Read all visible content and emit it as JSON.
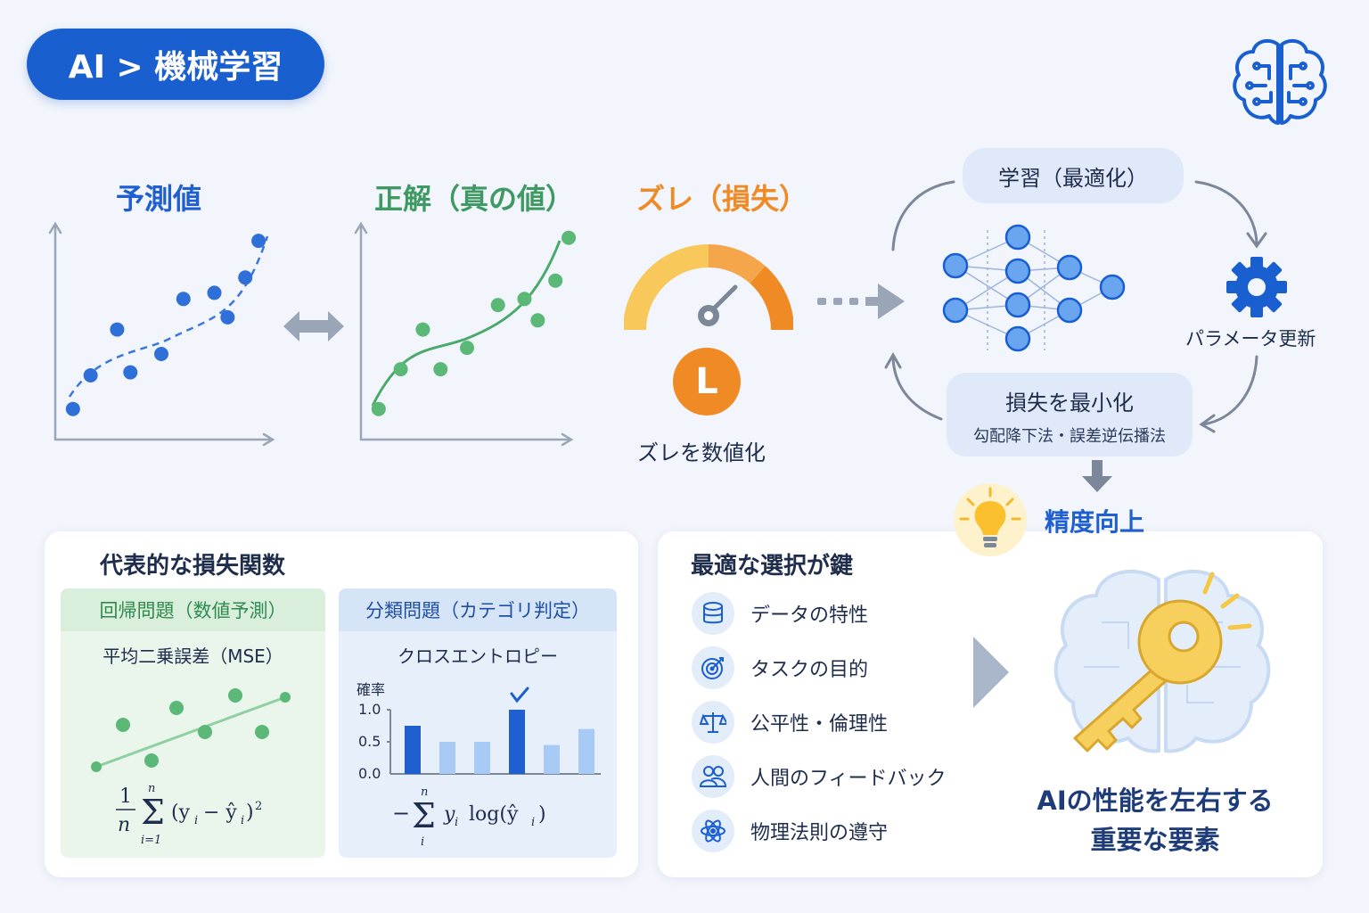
{
  "breadcrumb": "AI > 機械学習",
  "panels": {
    "prediction": {
      "title": "予測値",
      "color": "#1f5fd0"
    },
    "ground_truth": {
      "title": "正解（真の値）",
      "color": "#3e9a62"
    },
    "loss": {
      "title": "ズレ（損失）",
      "color": "#f08a24",
      "badge": "L",
      "caption": "ズレを数値化"
    }
  },
  "learning": {
    "title": "学習（最適化）",
    "param_update": "パラメータ更新",
    "minimize_title": "損失を最小化",
    "minimize_sub": "勾配降下法・誤差逆伝播法",
    "accuracy": "精度向上"
  },
  "loss_functions": {
    "title": "代表的な損失関数",
    "regression": {
      "header": "回帰問題（数値予測）",
      "name": "平均二乗誤差（MSE）"
    },
    "classification": {
      "header": "分類問題（カテゴリ判定）",
      "name": "クロスエントロピー",
      "axis_label": "確率",
      "ticks": [
        "1.0",
        "0.5",
        "0.0"
      ]
    }
  },
  "choice": {
    "title": "最適な選択が鍵",
    "items": [
      {
        "label": "データの特性",
        "icon": "database-icon"
      },
      {
        "label": "タスクの目的",
        "icon": "target-icon"
      },
      {
        "label": "公平性・倫理性",
        "icon": "scale-icon"
      },
      {
        "label": "人間のフィードバック",
        "icon": "people-icon"
      },
      {
        "label": "物理法則の遵守",
        "icon": "atom-icon"
      }
    ],
    "conclusion_line1": "AIの性能を左右する",
    "conclusion_line2": "重要な要素"
  },
  "chart_data": [
    {
      "type": "scatter",
      "series": [
        {
          "points": [
            [
              1,
              1
            ],
            [
              1.4,
              2.1
            ],
            [
              2,
              3.6
            ],
            [
              2.3,
              2.2
            ],
            [
              3,
              2.8
            ],
            [
              3.5,
              4.6
            ],
            [
              4.2,
              4.8
            ],
            [
              4.5,
              4.0
            ],
            [
              4.9,
              5.3
            ],
            [
              5.2,
              6.5
            ]
          ]
        }
      ],
      "trend": "curve"
    },
    {
      "type": "scatter",
      "series": [
        {
          "points": [
            [
              1,
              1
            ],
            [
              1.5,
              2.3
            ],
            [
              2,
              3.6
            ],
            [
              2.4,
              2.3
            ],
            [
              3,
              3.0
            ],
            [
              3.7,
              4.4
            ],
            [
              4.3,
              4.6
            ],
            [
              4.6,
              3.9
            ],
            [
              5.0,
              5.2
            ],
            [
              5.3,
              6.6
            ]
          ]
        }
      ],
      "trend": "curve"
    },
    {
      "type": "bar",
      "ylim": [
        0,
        1.0
      ],
      "values": [
        0.75,
        0.5,
        0.5,
        1.0,
        0.45,
        0.7
      ]
    }
  ]
}
